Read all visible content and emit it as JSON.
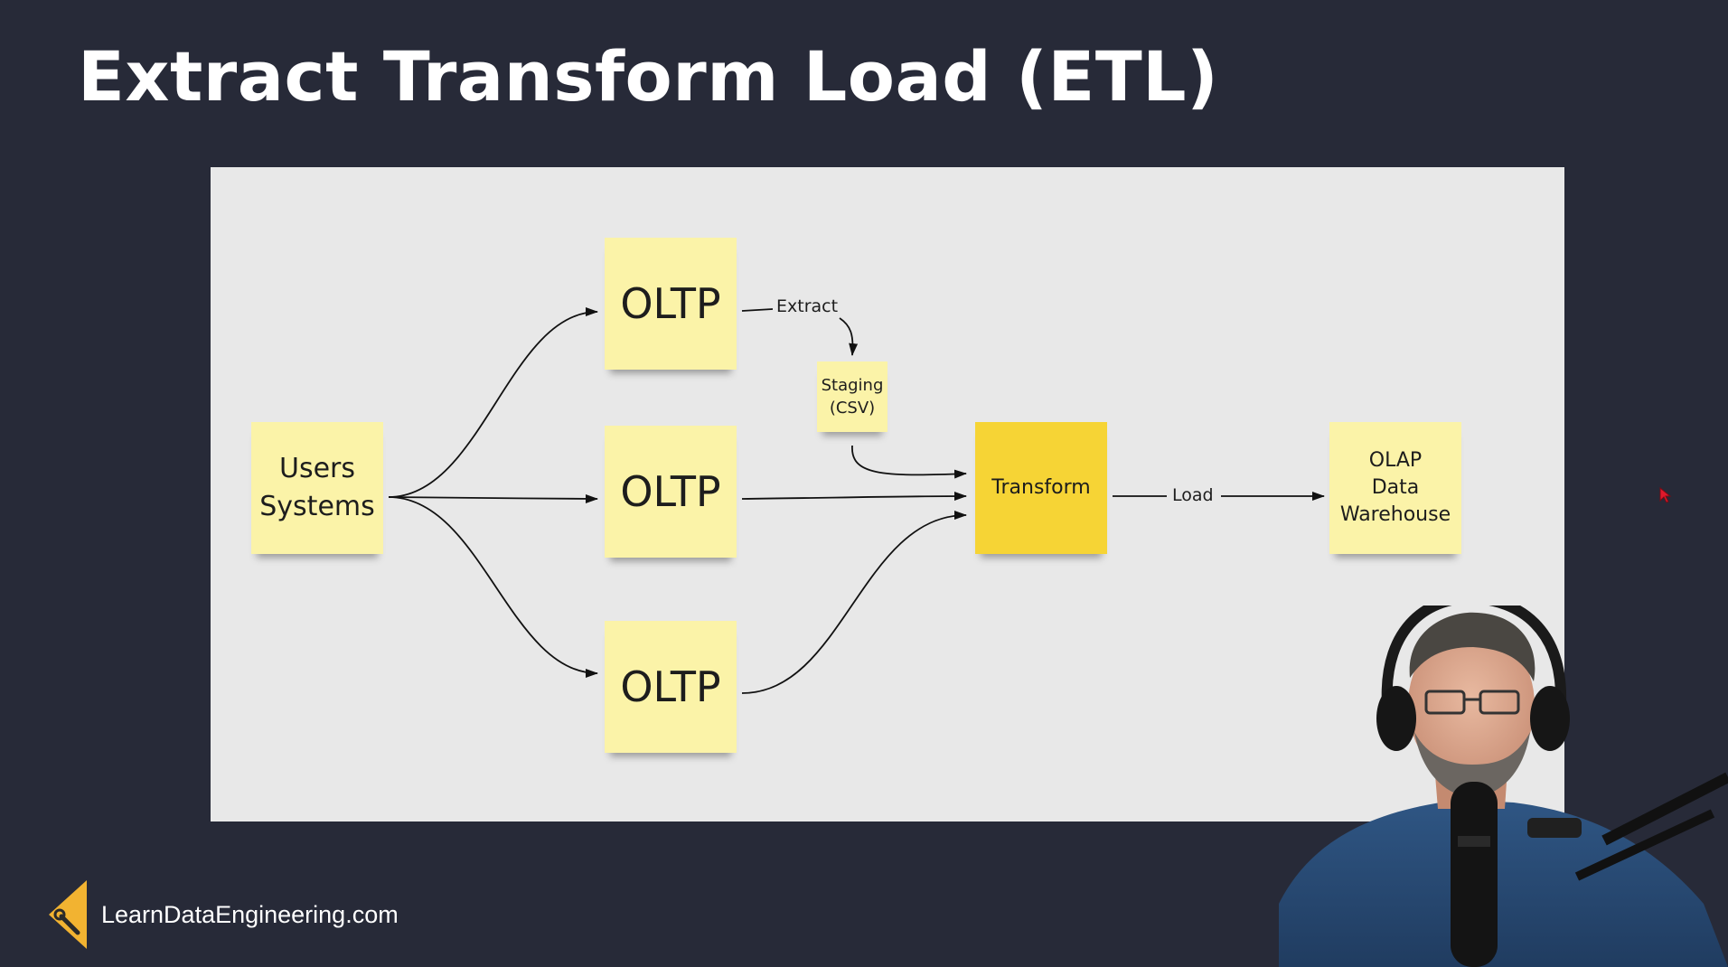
{
  "slide": {
    "title": "Extract Transform Load (ETL)"
  },
  "diagram": {
    "nodes": {
      "users_systems": "Users\nSystems",
      "oltp_top": "OLTP",
      "oltp_middle": "OLTP",
      "oltp_bottom": "OLTP",
      "staging": "Staging\n(CSV)",
      "transform": "Transform",
      "olap": "OLAP\nData\nWarehouse"
    },
    "edge_labels": {
      "extract": "Extract",
      "load": "Load"
    }
  },
  "footer": {
    "brand_text": "LearnDataEngineering.com"
  },
  "colors": {
    "background": "#272a38",
    "board": "#e8e8e8",
    "sticky_note": "#fbf3a8",
    "transform_note": "#f6d435",
    "brand_accent": "#f2b331",
    "cursor": "#e0192b"
  },
  "icons": {
    "brand_logo": "wrench-diamond-icon",
    "cursor": "mouse-pointer-icon"
  }
}
